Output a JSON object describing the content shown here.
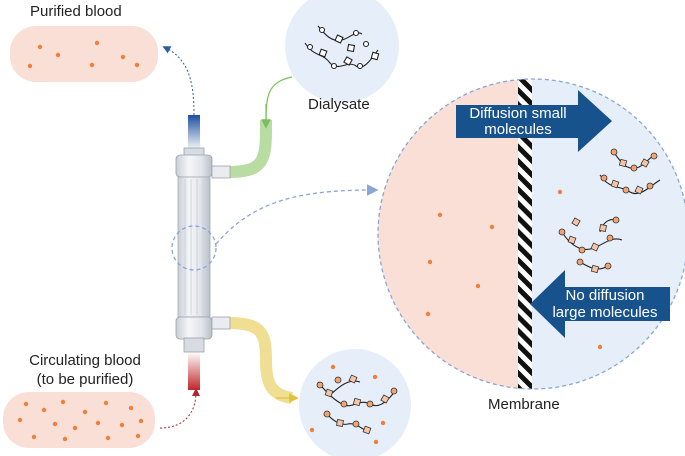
{
  "labels": {
    "purified_blood": "Purified blood",
    "dialysate": "Dialysate",
    "circulating_line1": "Circulating blood",
    "circulating_line2": "(to be purified)",
    "membrane": "Membrane",
    "diffusion_line1": "Diffusion small",
    "diffusion_line2": "molecules",
    "no_diffusion_line1": "No diffusion",
    "no_diffusion_line2": "large molecules"
  },
  "colors": {
    "blood_fill": "#f9dfd6",
    "dot": "#ef7f3a",
    "dialysate_fill": "#e6eefa",
    "arrow_blue": "#17528c",
    "tube_blue": "#1f4fa0",
    "tube_red": "#c0262b",
    "tube_green": "#8dc56b",
    "tube_yellow": "#e6c94a",
    "dashed": "#8aa6d6"
  },
  "icons": [
    "molecule-chain-icon",
    "dialyzer-icon",
    "membrane-stripe-icon"
  ]
}
